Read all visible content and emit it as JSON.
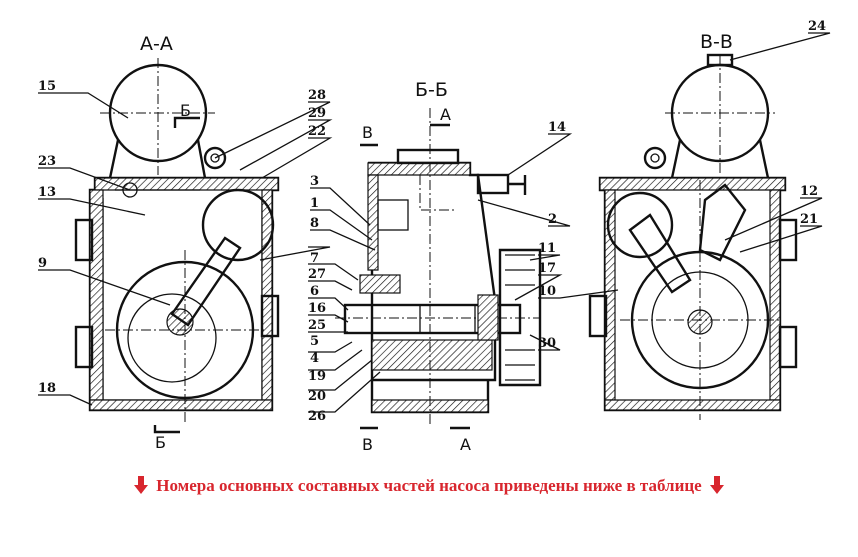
{
  "sections": {
    "aa": "А-А",
    "bb": "Б-Б",
    "vv": "В-В"
  },
  "cut_marks": {
    "b": "Б",
    "v": "В",
    "a": "А"
  },
  "callouts": [
    "1",
    "2",
    "3",
    "4",
    "5",
    "6",
    "7",
    "8",
    "9",
    "10",
    "11",
    "12",
    "13",
    "14",
    "15",
    "16",
    "17",
    "18",
    "19",
    "20",
    "21",
    "22",
    "23",
    "24",
    "25",
    "26",
    "27",
    "28",
    "29",
    "30"
  ],
  "caption": "Номера основных составных частей насоса приведены ниже в таблице",
  "colors": {
    "caption": "#d8262e",
    "lines": "#111111"
  },
  "icons": {
    "caption_left": "arrow-down-icon",
    "caption_right": "arrow-down-icon"
  }
}
